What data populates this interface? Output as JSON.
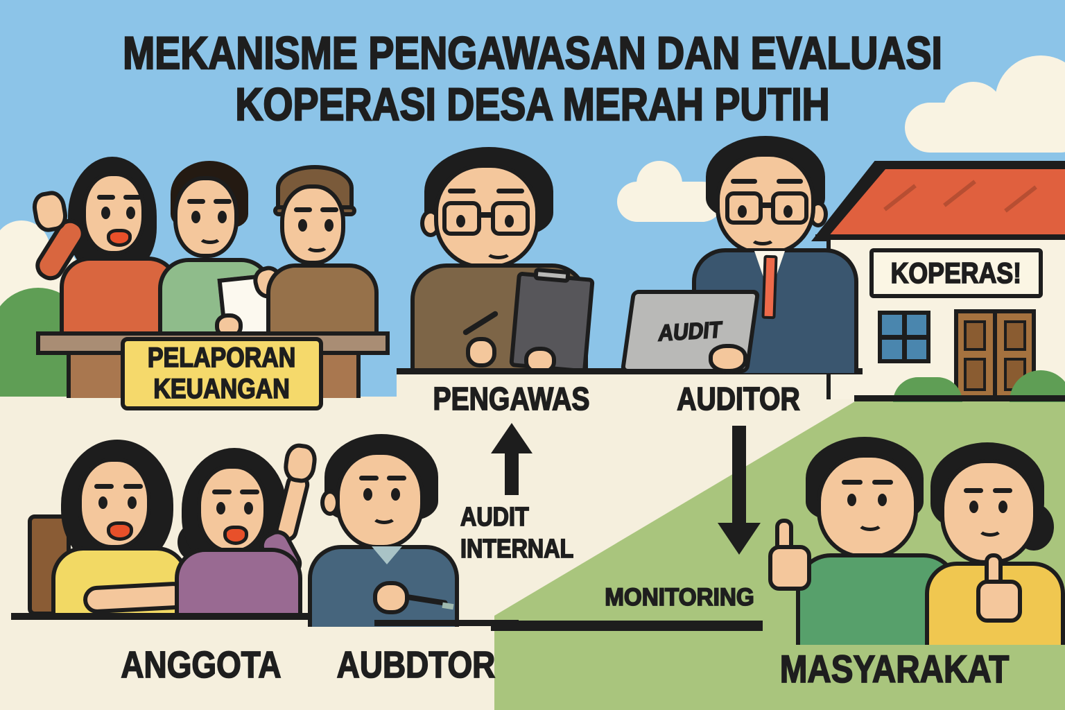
{
  "title": {
    "line1": "MEKANISME PENGAWASAN DAN EVALUASI",
    "line2": "KOPERASI DESA MERAH PUTIH"
  },
  "signs": {
    "pelaporan_keuangan": {
      "line1": "PELAPORAN",
      "line2": "KEUANGAN"
    },
    "koperasi": "KOPERAS!",
    "laptop": "AUDIT"
  },
  "roles": {
    "pengawas": "PENGAWAS",
    "auditor": "AUDITOR",
    "anggota": "ANGGOTA",
    "aubdtor": "AUBDTOR",
    "masyarakat": "MASYARAKAT"
  },
  "flows": {
    "audit_internal": {
      "line1": "AUDIT",
      "line2": "INTERNAL",
      "direction": "up"
    },
    "monitoring": {
      "label": "MONITORING",
      "direction": "down"
    }
  },
  "colors": {
    "sky": "#8cc4e8",
    "ground": "#f5efdd",
    "grass": "#a9c57d",
    "sign_yellow": "#f5d96b",
    "roof_red": "#e0603e",
    "bush_green": "#5f9e55",
    "outline": "#1d1d1d",
    "skin": "#f4c79c",
    "suit_blue": "#3a566f",
    "tie_orange": "#ee6a4a",
    "laptop_gray": "#b9b9b7",
    "shirt_red": "#d9663f",
    "shirt_green": "#8fbc8b",
    "shirt_brown": "#96714a",
    "pengawas_brown": "#7d6547",
    "shirt_yellow": "#f2d964",
    "shirt_purple": "#996a92",
    "shirt_slate": "#46657d",
    "polo_green": "#57a06b",
    "shirt_gold": "#f0c750",
    "cloud": "#f9f3e2"
  }
}
